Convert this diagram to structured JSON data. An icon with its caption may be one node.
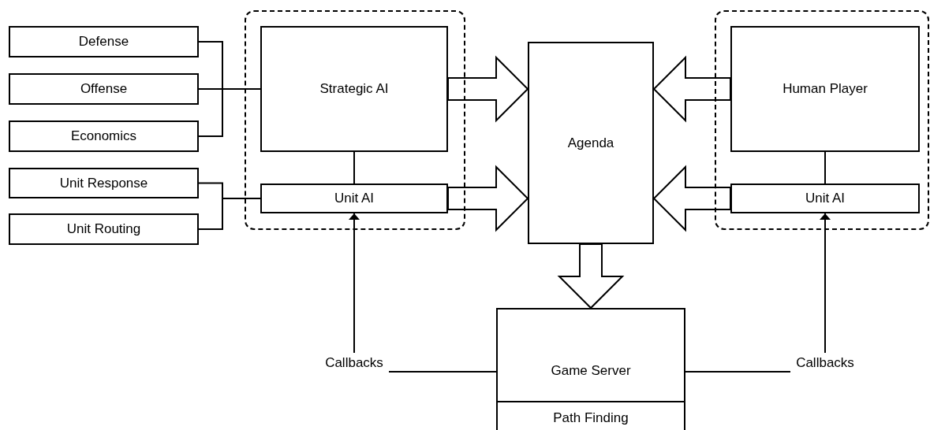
{
  "diagram": {
    "nodes": [
      {
        "text": [
          "Defense"
        ]
      },
      {
        "text": [
          "Offense"
        ]
      },
      {
        "text": [
          "Economics"
        ]
      },
      {
        "text": [
          "Unit Response"
        ]
      },
      {
        "text": [
          "Unit Routing"
        ]
      },
      {
        "text": [],
        "shape": "box"
      },
      {
        "text": [
          "Strategic AI"
        ],
        "in": 5
      },
      {
        "text": [
          "Unit AI"
        ],
        "in": 5
      },
      {
        "text": [
          "Agenda"
        ]
      },
      {
        "text": [],
        "shape": "box"
      },
      {
        "text": [
          "Human Player"
        ],
        "in": 9
      },
      {
        "text": [
          "Unit AI"
        ],
        "in": 9
      },
      {
        "text": [
          "Game Server"
        ]
      },
      {
        "text": [
          "Path Finding"
        ]
      },
      {
        "text": [
          "Callbacks"
        ]
      },
      {
        "text": [
          "Callbacks"
        ]
      }
    ],
    "edges": [
      {
        "from": 0,
        "to": 6,
        "arrow": "none"
      },
      {
        "from": 1,
        "to": 6,
        "arrow": "none"
      },
      {
        "from": 2,
        "to": 6,
        "arrow": "none"
      },
      {
        "from": 3,
        "to": 7,
        "arrow": "none"
      },
      {
        "from": 4,
        "to": 7,
        "arrow": "none"
      },
      {
        "from": 6,
        "to": 7,
        "arrow": "none"
      },
      {
        "from": 6,
        "to": 8,
        "arrow": "to",
        "style": "thick"
      },
      {
        "from": 7,
        "to": 8,
        "arrow": "to",
        "style": "thick"
      },
      {
        "from": 10,
        "to": 8,
        "arrow": "to",
        "style": "thick"
      },
      {
        "from": 11,
        "to": 8,
        "arrow": "to",
        "style": "thick"
      },
      {
        "from": 10,
        "to": 11,
        "arrow": "none"
      },
      {
        "from": 8,
        "to": 12,
        "arrow": "to",
        "style": "thick"
      },
      {
        "from": 14,
        "to": 7,
        "arrow": "to"
      },
      {
        "from": 12,
        "to": 14,
        "arrow": "none"
      },
      {
        "from": 15,
        "to": 11,
        "arrow": "to"
      },
      {
        "from": 12,
        "to": 15,
        "arrow": "none"
      }
    ]
  }
}
